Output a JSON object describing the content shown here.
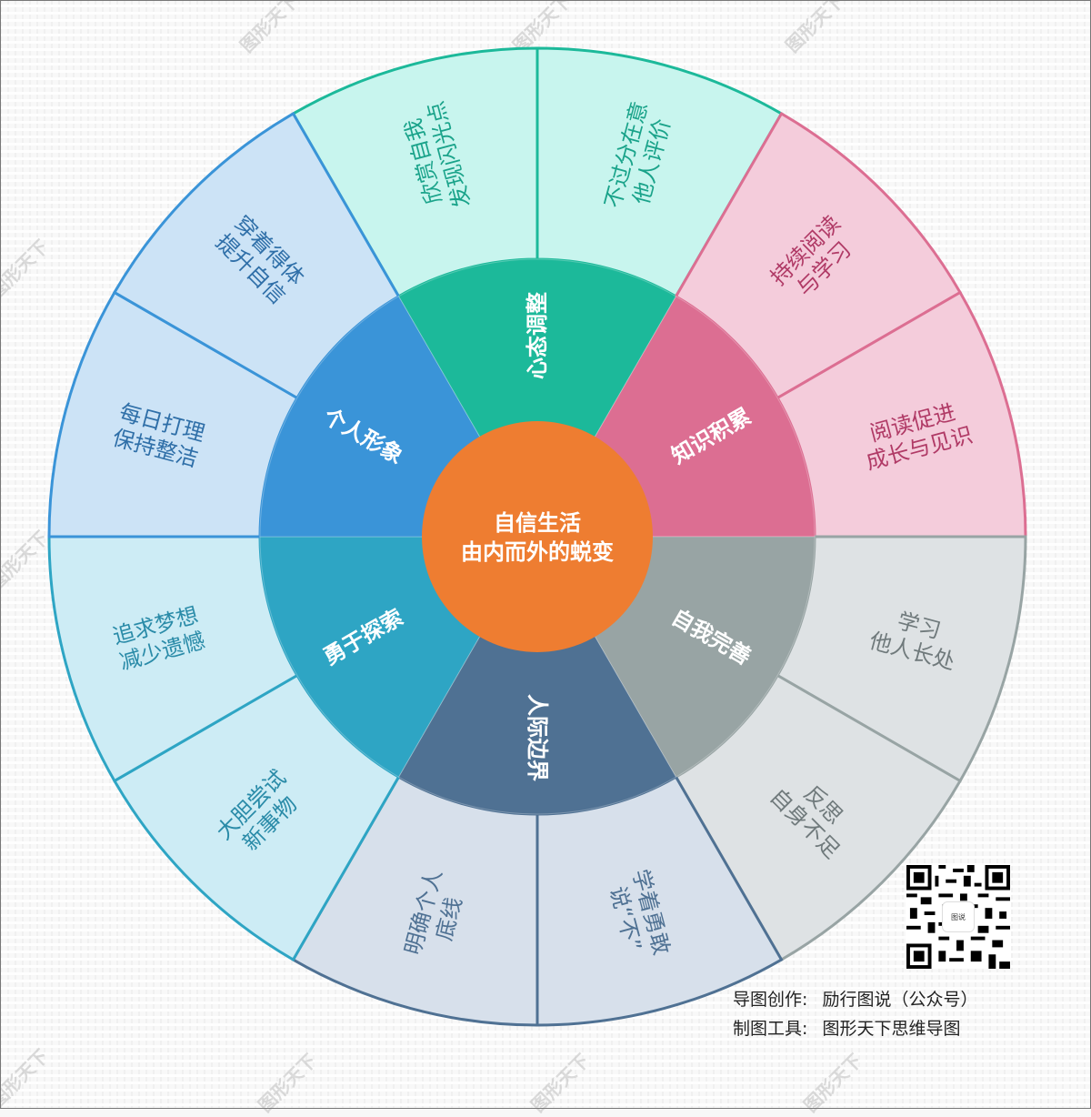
{
  "center": {
    "line1": "自信生活",
    "line2": "由内而外的蜕变",
    "color": "#EE7D31",
    "text_color": "#FFFFFF"
  },
  "categories": [
    {
      "label": "心态调整",
      "color": "#1CB99A",
      "leaf_fill": "#C8F5EE",
      "leaf_stroke": "#1CB99A",
      "leaf_text": "#1AA38A",
      "leaves": [
        {
          "line1": "欣赏自我",
          "line2": "发现闪光点"
        },
        {
          "line1": "不过分在意",
          "line2": "他人评价"
        }
      ]
    },
    {
      "label": "知识积累",
      "color": "#DC6E92",
      "leaf_fill": "#F4CCDB",
      "leaf_stroke": "#DC6E92",
      "leaf_text": "#B03A66",
      "leaves": [
        {
          "line1": "持续阅读",
          "line2": "与学习"
        },
        {
          "line1": "阅读促进",
          "line2": "成长与见识"
        }
      ]
    },
    {
      "label": "自我完善",
      "color": "#98A4A4",
      "leaf_fill": "#DEE2E4",
      "leaf_stroke": "#98A4A4",
      "leaf_text": "#707A7C",
      "leaves": [
        {
          "line1": "学习",
          "line2": "他人长处"
        },
        {
          "line1": "反思",
          "line2": "自身不足"
        }
      ]
    },
    {
      "label": "人际边界",
      "color": "#4F7193",
      "leaf_fill": "#D7E0EB",
      "leaf_stroke": "#4F7193",
      "leaf_text": "#4F7193",
      "leaves": [
        {
          "line1": "学着勇敢",
          "line2": "说“不”"
        },
        {
          "line1": "明确个人",
          "line2": "底线"
        }
      ]
    },
    {
      "label": "勇于探索",
      "color": "#2EA5C4",
      "leaf_fill": "#CDECF5",
      "leaf_stroke": "#2EA5C4",
      "leaf_text": "#2A8BA8",
      "leaves": [
        {
          "line1": "大胆尝试",
          "line2": "新事物"
        },
        {
          "line1": "追求梦想",
          "line2": "减少遗憾"
        }
      ]
    },
    {
      "label": "个人形象",
      "color": "#3A94D8",
      "leaf_fill": "#CCE3F6",
      "leaf_stroke": "#3A94D8",
      "leaf_text": "#2F6FA8",
      "leaves": [
        {
          "line1": "每日打理",
          "line2": "保持整洁"
        },
        {
          "line1": "穿着得体",
          "line2": "提升自信"
        }
      ]
    }
  ],
  "credits": {
    "author_label": "导图创作:",
    "author_value": "励行图说（公众号）",
    "tool_label": "制图工具:",
    "tool_value": "图形天下思维导图"
  },
  "qr": {
    "logo_text": "图说"
  },
  "watermark": "图形天下"
}
